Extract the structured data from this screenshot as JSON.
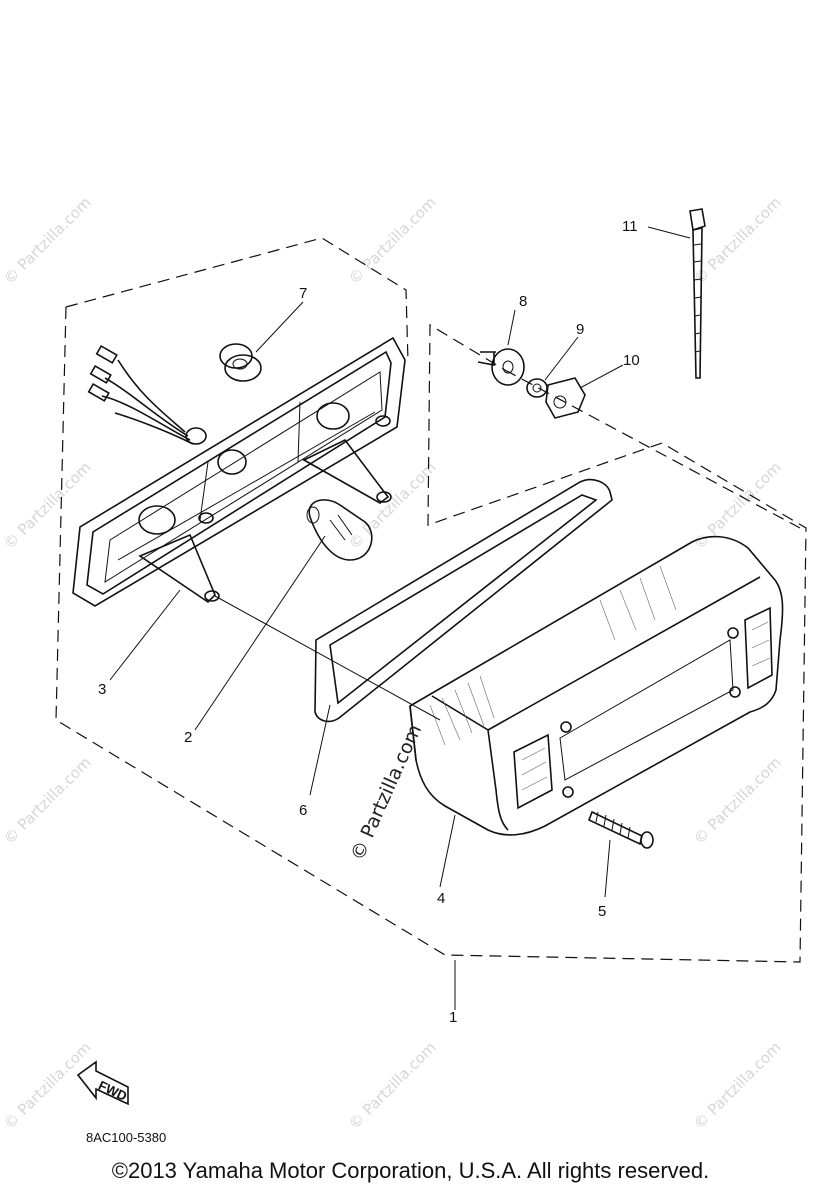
{
  "diagram": {
    "callouts": [
      "1",
      "2",
      "3",
      "4",
      "5",
      "6",
      "7",
      "8",
      "9",
      "10",
      "11"
    ],
    "fwd_label": "FWD",
    "diagram_code": "8AC100-5380",
    "watermark": "© Partzilla.com",
    "center_watermark": "© Partzilla.com"
  },
  "footer": {
    "copyright": "©2013  Yamaha Motor Corporation, U.S.A. All rights reserved."
  }
}
